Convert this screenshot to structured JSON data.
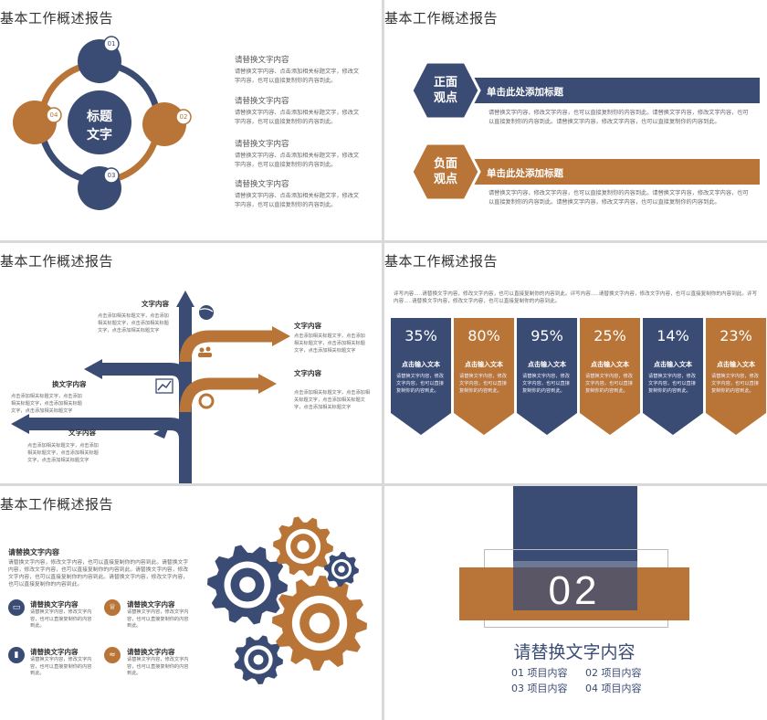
{
  "colors": {
    "navy": "#3b4c74",
    "orange": "#b97538"
  },
  "slides": {
    "s1": {
      "title": "基本工作概述报告",
      "center_line1": "标题",
      "center_line2": "文字",
      "badges": [
        "01",
        "02",
        "03",
        "04"
      ],
      "items": [
        {
          "heading": "请替换文字内容",
          "body": "请替换文字内容、点击添加相关标题文字，修改文字内容，也可以直接复制你的内容到此。"
        },
        {
          "heading": "请替换文字内容",
          "body": "请替换文字内容、点击添加相关标题文字，修改文字内容，也可以直接复制你的内容到此。"
        },
        {
          "heading": "请替换文字内容",
          "body": "请替换文字内容、点击添加相关标题文字，修改文字内容，也可以直接复制你的内容到此。"
        },
        {
          "heading": "请替换文字内容",
          "body": "请替换文字内容、点击添加相关标题文字，修改文字内容，也可以直接复制你的内容到此。"
        }
      ]
    },
    "s2": {
      "title": "基本工作概述报告",
      "blocks": [
        {
          "hex_line1": "正面",
          "hex_line2": "观点",
          "bar": "单击此处添加标题",
          "body": "请替换文字内容，修改文字内容，也可以直接复制你的内容到此。请替换文字内容，修改文字内容，也可以直接复制你的内容到此。请替换文字内容，修改文字内容，也可以直接复制你的内容到此。"
        },
        {
          "hex_line1": "负面",
          "hex_line2": "观点",
          "bar": "单击此处添加标题",
          "body": "请替换文字内容，修改文字内容，也可以直接复制你的内容到此。请替换文字内容，修改文字内容，也可以直接复制你的内容到此。请替换文字内容，修改文字内容，也可以直接复制你的内容到此。"
        }
      ]
    },
    "s3": {
      "title": "基本工作概述报告",
      "labels": [
        {
          "heading": "文字内容",
          "body": "点击添加相关标题文字，点击添加相关标题文字，点击添加相关标题文字，点击添加相关标题文字"
        },
        {
          "heading": "文字内容",
          "body": "点击添加相关标题文字，点击添加相关标题文字，点击添加相关标题文字，点击添加相关标题文字"
        },
        {
          "heading": "文字内容",
          "body": "点击添加相关标题文字，点击添加相关标题文字，点击添加相关标题文字，点击添加相关标题文字"
        },
        {
          "heading": "换文字内容",
          "body": "点击添加相关标题文字，点击添加相关标题文字，点击添加相关标题文字，点击添加相关标题文字"
        },
        {
          "heading": "文字内容",
          "body": "点击添加相关标题文字，点击添加相关标题文字，点击添加相关标题文字，点击添加相关标题文字"
        }
      ]
    },
    "s4": {
      "title": "基本工作概述报告",
      "intro": "评写内容.....请替换文字内容，修改文字内容，也可以直接复制你的内容到此。评写内容.....请替换文字内容，修改文字内容，也可以直接复制你的内容到此。评写内容.....请替换文字内容，修改文字内容，也可以直接复制你的内容到此。",
      "cards": [
        {
          "pct": "35%",
          "label": "点击输入文本",
          "body": "请替换文字内容，修改文字内容，也可以直接复制你的内容到此。"
        },
        {
          "pct": "80%",
          "label": "点击输入文本",
          "body": "请替换文字内容，修改文字内容，也可以直接复制你的内容到此。"
        },
        {
          "pct": "95%",
          "label": "点击输入文本",
          "body": "请替换文字内容，修改文字内容，也可以直接复制你的内容到此。"
        },
        {
          "pct": "25%",
          "label": "点击输入文本",
          "body": "请替换文字内容，修改文字内容，也可以直接复制你的内容到此。"
        },
        {
          "pct": "14%",
          "label": "点击输入文本",
          "body": "请替换文字内容，修改文字内容，也可以直接复制你的内容到此。"
        },
        {
          "pct": "23%",
          "label": "点击输入文本",
          "body": "请替换文字内容，修改文字内容，也可以直接复制你的内容到此。"
        }
      ]
    },
    "s5": {
      "title": "基本工作概述报告",
      "lead_heading": "请替换文字内容",
      "lead_body": "请替换文字内容，修改文字内容，也可以直接复制你的内容到此。请替换文字内容，修改文字内容，也可以直接复制你的内容到此。请替换文字内容，修改文字内容，也可以直接复制你的内容到此。请替换文字内容，修改文字内容，也可以直接复制你的内容到此。",
      "items": [
        {
          "heading": "请替换文字内容",
          "body": "请替换文字内容，修改文字内容，也可以直接复制你的内容到此。"
        },
        {
          "heading": "请替换文字内容",
          "body": "请替换文字内容，修改文字内容，也可以直接复制你的内容到此。"
        },
        {
          "heading": "请替换文字内容",
          "body": "请替换文字内容，修改文字内容，也可以直接复制你的内容到此。"
        },
        {
          "heading": "请替换文字内容",
          "body": "请替换文字内容，修改文字内容，也可以直接复制你的内容到此。"
        }
      ]
    },
    "s6": {
      "number": "02",
      "heading": "请替换文字内容",
      "items": [
        "01 项目内容",
        "02 项目内容",
        "03 项目内容",
        "04 项目内容"
      ]
    }
  }
}
